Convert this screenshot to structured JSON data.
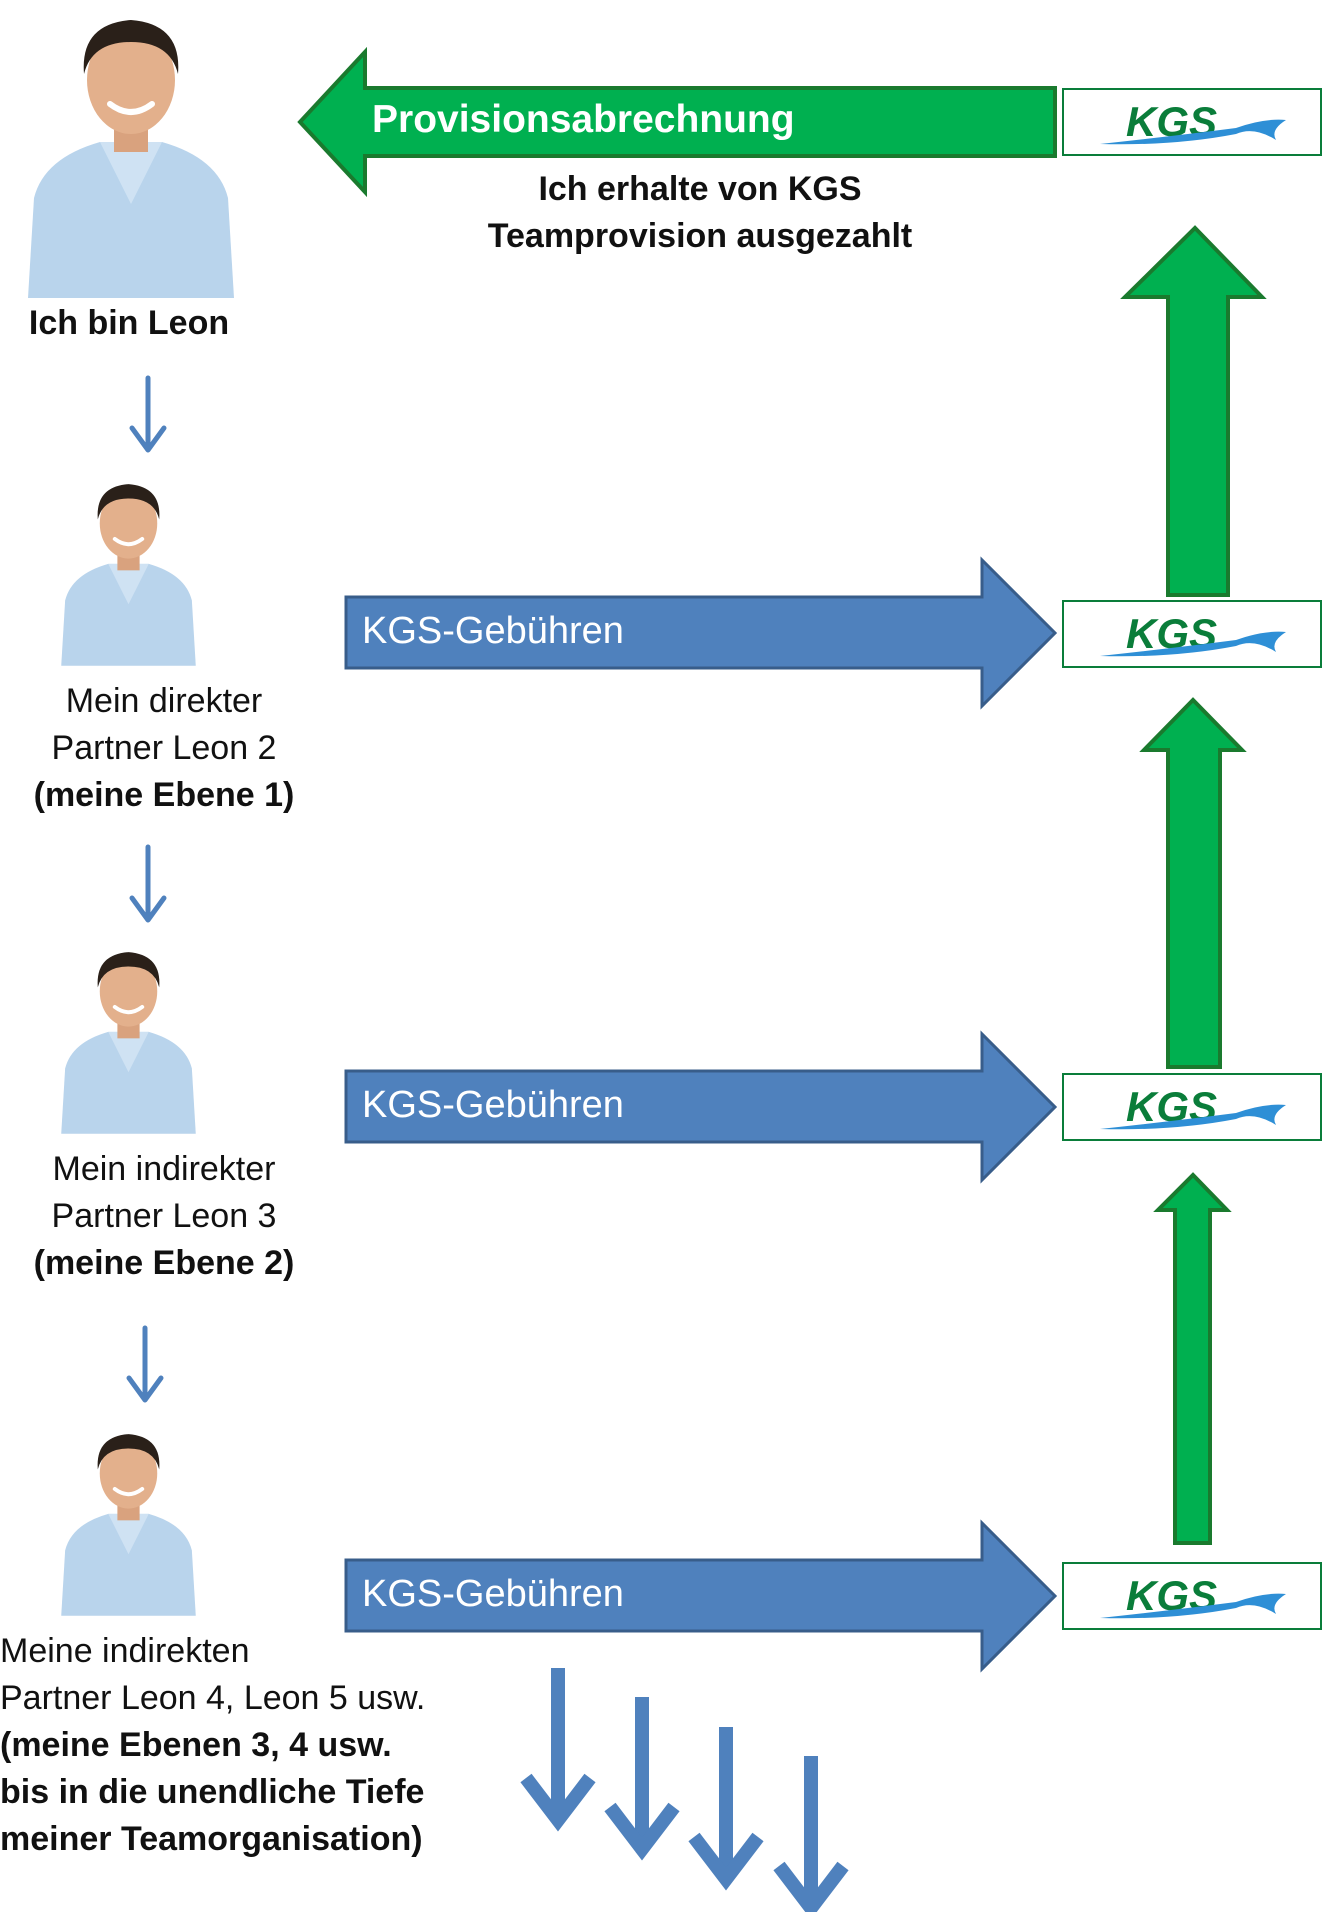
{
  "top": {
    "person_label": "Ich bin Leon",
    "commission_arrow_label": "Provisionsabrechnung",
    "payout_line1": "Ich erhalte von KGS",
    "payout_line2": "Teamprovision ausgezahlt"
  },
  "logo_text": "KGS",
  "levels": [
    {
      "label_line1": "Mein direkter",
      "label_line2": "Partner Leon 2",
      "label_bold": "(meine Ebene 1)",
      "fee_label": "KGS-Gebühren"
    },
    {
      "label_line1": "Mein indirekter",
      "label_line2": "Partner Leon 3",
      "label_bold": "(meine Ebene 2)",
      "fee_label": "KGS-Gebühren"
    },
    {
      "label_line1": "Meine indirekten",
      "label_line2": "Partner Leon 4, Leon 5 usw.",
      "label_bold": "(meine Ebenen 3, 4 usw.",
      "label_bold2": "bis in die unendliche Tiefe",
      "label_bold3": "meiner Teamorganisation)",
      "fee_label": "KGS-Gebühren"
    }
  ],
  "colors": {
    "green_arrow": "#00b050",
    "green_border": "#1a7a2e",
    "blue_arrow": "#4f81bd",
    "blue_border": "#385d8a",
    "logo_green": "#0a7d3a",
    "logo_blue": "#2e8fd6"
  },
  "icons": [
    "person-photo",
    "kgs-logo",
    "arrow-down-icon"
  ]
}
